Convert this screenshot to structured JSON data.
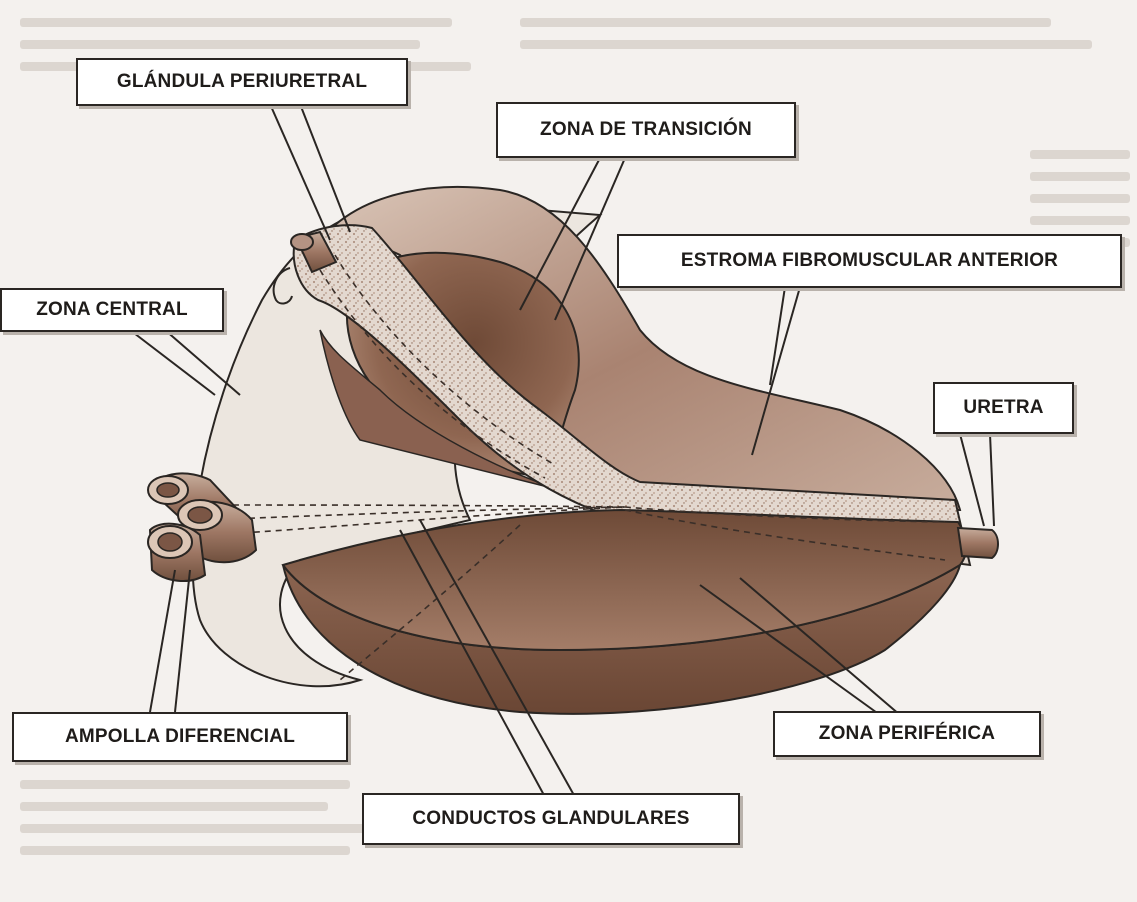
{
  "diagram": {
    "labels": {
      "glandula_periuretral": "GLÁNDULA PERIURETRAL",
      "zona_transicion": "ZONA DE TRANSICIÓN",
      "estroma": "ESTROMA FIBROMUSCULAR ANTERIOR",
      "zona_central": "ZONA CENTRAL",
      "uretra": "URETRA",
      "ampolla": "AMPOLLA DIFERENCIAL",
      "zona_periferica": "ZONA PERIFÉRICA",
      "conductos": "CONDUCTOS GLANDULARES"
    },
    "colors": {
      "paper": "#f4f1ee",
      "outline": "#2a2623",
      "central_zone": "#ece6df",
      "brown_dark": "#7a5440",
      "brown_mid": "#9c7561",
      "brown_light": "#c6ab9b",
      "stroma_speckle": "#d8ccc2"
    }
  }
}
